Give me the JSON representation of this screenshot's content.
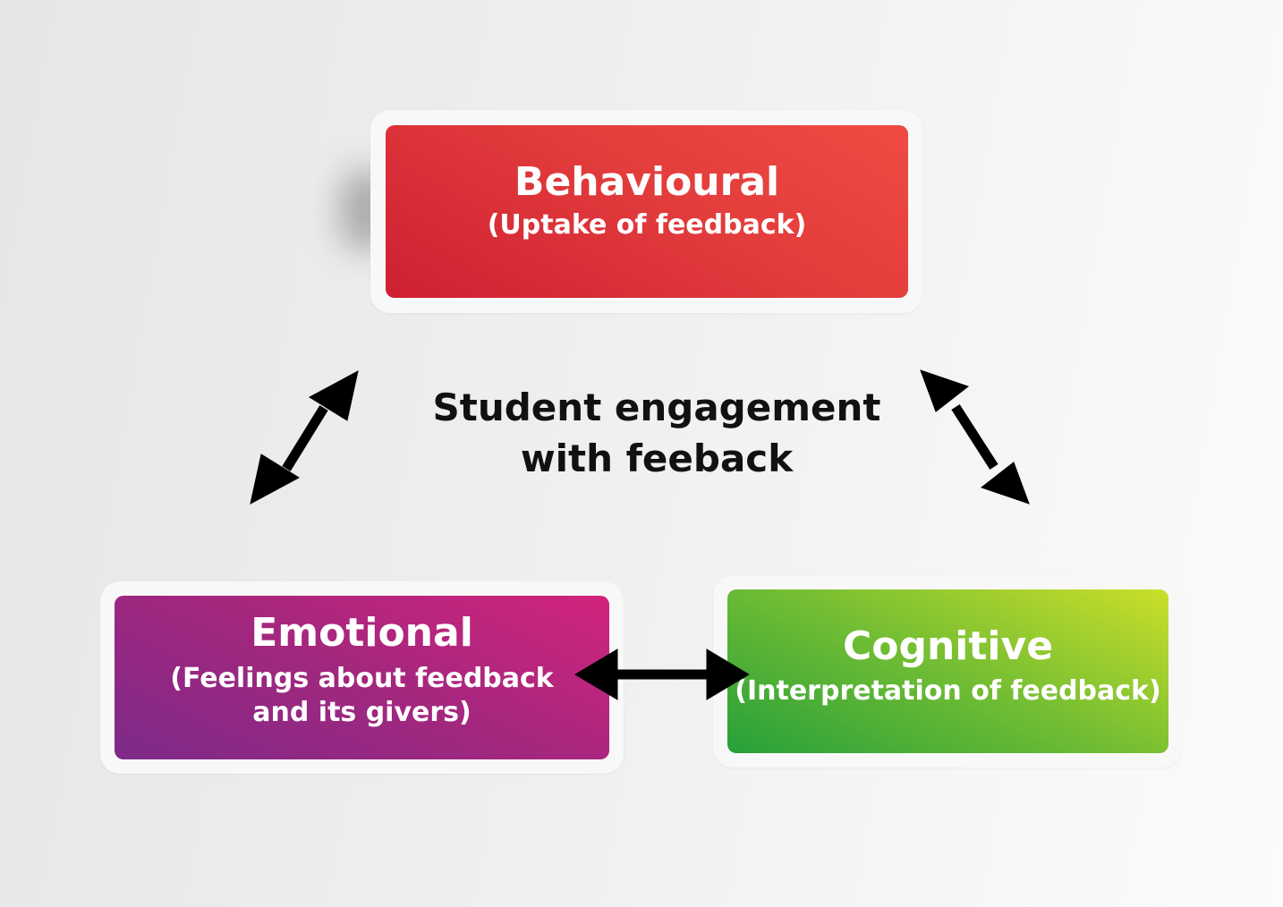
{
  "center": {
    "line1": "Student engagement",
    "line2": "with feeback"
  },
  "nodes": {
    "behavioural": {
      "title": "Behavioural",
      "subtitle": "(Uptake of feedback)",
      "color_start": "#cf1f32",
      "color_end": "#ef4b43"
    },
    "emotional": {
      "title": "Emotional",
      "subtitle_line1": "(Feelings about feedback",
      "subtitle_line2": "and its givers)",
      "color_start": "#7d2a88",
      "color_end": "#d2247c"
    },
    "cognitive": {
      "title": "Cognitive",
      "subtitle": "(Interpretation of feedback)",
      "color_start": "#27a03a",
      "color_end": "#cbdf2a"
    }
  },
  "edges": [
    {
      "from": "behavioural",
      "to": "emotional",
      "type": "double-arrow"
    },
    {
      "from": "behavioural",
      "to": "cognitive",
      "type": "double-arrow"
    },
    {
      "from": "emotional",
      "to": "cognitive",
      "type": "double-arrow"
    }
  ],
  "arrow_color": "#000000"
}
